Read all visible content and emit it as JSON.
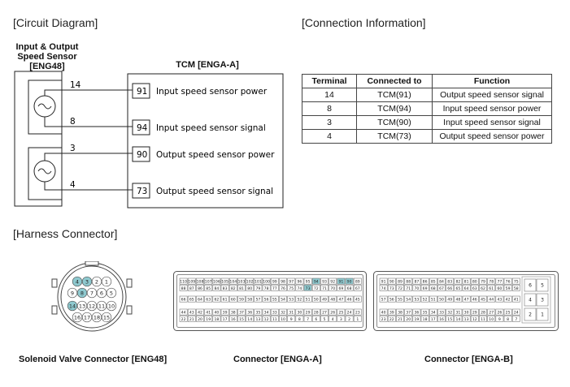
{
  "headers": {
    "circuit": "[Circuit Diagram]",
    "connection": "[Connection Information]",
    "harness": "[Harness Connector]"
  },
  "sensor": {
    "title_line1": "Input & Output",
    "title_line2": "Speed Sensor",
    "code": "[ENG48]",
    "pins": [
      "14",
      "8",
      "3",
      "4"
    ]
  },
  "tcm": {
    "title": "TCM [ENGA-A]",
    "terminals": [
      {
        "pin": "91",
        "label": "Input speed sensor power"
      },
      {
        "pin": "94",
        "label": "Input speed sensor signal"
      },
      {
        "pin": "90",
        "label": "Output speed sensor power"
      },
      {
        "pin": "73",
        "label": "Output speed sensor signal"
      }
    ]
  },
  "table": {
    "headers": [
      "Terminal",
      "Connected to",
      "Function"
    ],
    "rows": [
      [
        "14",
        "TCM(91)",
        "Output speed sensor signal"
      ],
      [
        "8",
        "TCM(94)",
        "Input speed sensor power"
      ],
      [
        "3",
        "TCM(90)",
        "Input speed sensor signal"
      ],
      [
        "4",
        "TCM(73)",
        "Output speed sensor power"
      ]
    ]
  },
  "connectors": {
    "eng48_caption": "Solenoid Valve Connector [ENG48]",
    "enga_a_caption": "Connector [ENGA-A]",
    "enga_b_caption": "Connector [ENGA-B]",
    "eng48_rows": [
      [
        "4",
        "3",
        "2",
        "1"
      ],
      [
        "9",
        "8",
        "7",
        "6",
        "5"
      ],
      [
        "14",
        "13",
        "12",
        "11",
        "10"
      ],
      [
        "16",
        "17",
        "18",
        "15"
      ]
    ],
    "eng48_highlight": [
      "3",
      "4",
      "8",
      "14"
    ],
    "enga_a_blocks": [
      {
        "rows": [
          [
            "110",
            "109",
            "108",
            "107",
            "106",
            "105",
            "104",
            "103",
            "102",
            "101",
            "100",
            "99",
            "98",
            "97",
            "96",
            "95",
            "94",
            "93",
            "92",
            "91",
            "90",
            "89"
          ],
          [
            "88",
            "87",
            "86",
            "85",
            "84",
            "83",
            "82",
            "81",
            "80",
            "79",
            "78",
            "77",
            "76",
            "75",
            "74",
            "73",
            "72",
            "71",
            "70",
            "69",
            "68",
            "67"
          ]
        ],
        "highlight": [
          "94",
          "91",
          "90",
          "73"
        ]
      },
      {
        "rows": [
          [
            "66",
            "65",
            "64",
            "63",
            "62",
            "61",
            "60",
            "59",
            "58",
            "57",
            "56",
            "55",
            "54",
            "53",
            "52",
            "51",
            "50",
            "49",
            "48",
            "47",
            "46",
            "45"
          ]
        ],
        "highlight": []
      },
      {
        "rows": [
          [
            "44",
            "43",
            "42",
            "41",
            "40",
            "39",
            "38",
            "37",
            "36",
            "35",
            "34",
            "33",
            "32",
            "31",
            "30",
            "29",
            "28",
            "27",
            "26",
            "25",
            "24",
            "23"
          ],
          [
            "22",
            "21",
            "20",
            "19",
            "18",
            "17",
            "16",
            "15",
            "14",
            "13",
            "12",
            "11",
            "10",
            "9",
            "8",
            "7",
            "6",
            "5",
            "4",
            "3",
            "2",
            "1"
          ]
        ],
        "highlight": []
      }
    ],
    "enga_b_blocks": [
      {
        "rows": [
          [
            "91",
            "90",
            "89",
            "88",
            "87",
            "86",
            "85",
            "84",
            "83",
            "82",
            "81",
            "80",
            "79",
            "78",
            "77",
            "76",
            "75"
          ],
          [
            "74",
            "73",
            "72",
            "71",
            "70",
            "69",
            "68",
            "67",
            "66",
            "65",
            "64",
            "63",
            "62",
            "61",
            "60",
            "59",
            "58"
          ]
        ]
      },
      {
        "rows": [
          [
            "57",
            "56",
            "55",
            "54",
            "53",
            "52",
            "51",
            "50",
            "49",
            "48",
            "47",
            "46",
            "45",
            "44",
            "43",
            "42",
            "41"
          ]
        ]
      },
      {
        "rows": [
          [
            "40",
            "39",
            "38",
            "37",
            "36",
            "35",
            "34",
            "33",
            "32",
            "31",
            "30",
            "29",
            "28",
            "27",
            "26",
            "25",
            "24"
          ],
          [
            "23",
            "22",
            "21",
            "20",
            "19",
            "18",
            "17",
            "16",
            "15",
            "14",
            "13",
            "12",
            "11",
            "10",
            "9",
            "8",
            "7"
          ]
        ]
      }
    ],
    "enga_b_side": [
      [
        "6",
        "5"
      ],
      [
        "4",
        "3"
      ],
      [
        "2",
        "1"
      ]
    ],
    "highlight_color": "#8ec9cf"
  }
}
